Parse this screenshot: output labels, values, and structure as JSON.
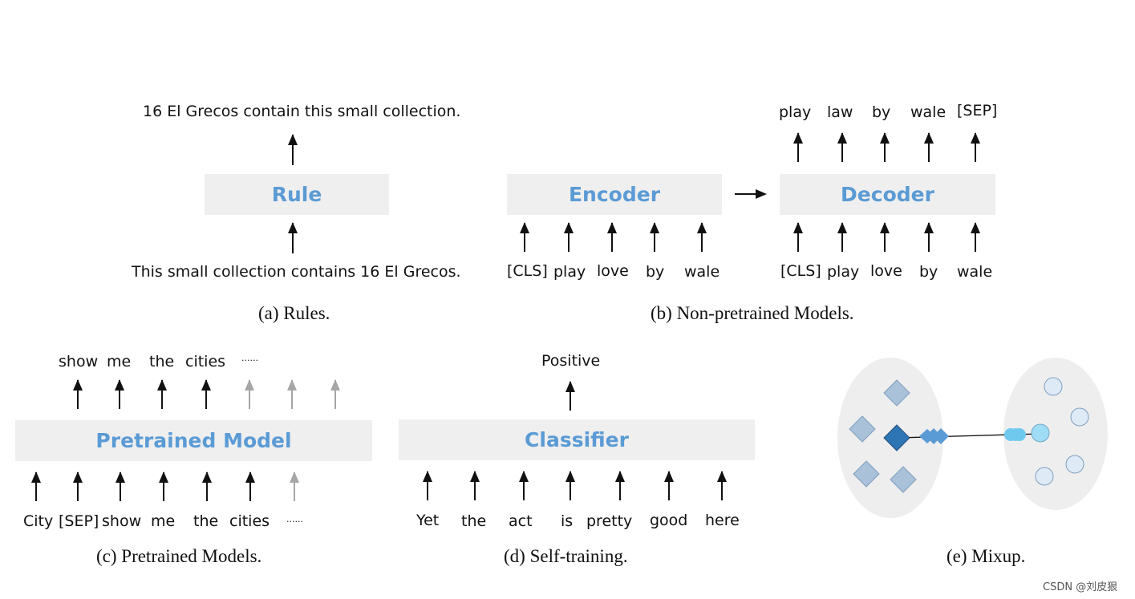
{
  "rules": {
    "output": "16 El Grecos contain this small collection.",
    "box_label": "Rule",
    "input": "This small collection contains 16 El Grecos.",
    "caption": "(a) Rules."
  },
  "nonpretrained": {
    "encoder_label": "Encoder",
    "decoder_label": "Decoder",
    "encoder_inputs": [
      "[CLS]",
      "play",
      "love",
      "by",
      "wale"
    ],
    "decoder_inputs": [
      "[CLS]",
      "play",
      "love",
      "by",
      "wale"
    ],
    "decoder_outputs": [
      "play",
      "law",
      "by",
      "wale",
      "[SEP]"
    ],
    "caption": "(b) Non-pretrained Models."
  },
  "pretrained": {
    "box_label": "Pretrained Model",
    "outputs": [
      "show",
      "me",
      "the",
      "cities",
      "......"
    ],
    "inputs": [
      "City",
      "[SEP]",
      "show",
      "me",
      "the",
      "cities",
      "......"
    ],
    "caption": "(c) Pretrained Models."
  },
  "selftraining": {
    "box_label": "Classifier",
    "output": "Positive",
    "inputs": [
      "Yet",
      "the",
      "act",
      "is",
      "pretty",
      "good",
      "here"
    ],
    "caption": "(d) Self-training."
  },
  "mixup": {
    "caption": "(e) Mixup.",
    "colors": {
      "cluster_bg": "#eeeeee",
      "diamond_fill": "#a9c1d9",
      "diamond_dark": "#2e75b6",
      "circle_fill": "#deebf7",
      "circle_bright": "#6fc9ef"
    }
  },
  "watermark": "CSDN @刘皮狠"
}
